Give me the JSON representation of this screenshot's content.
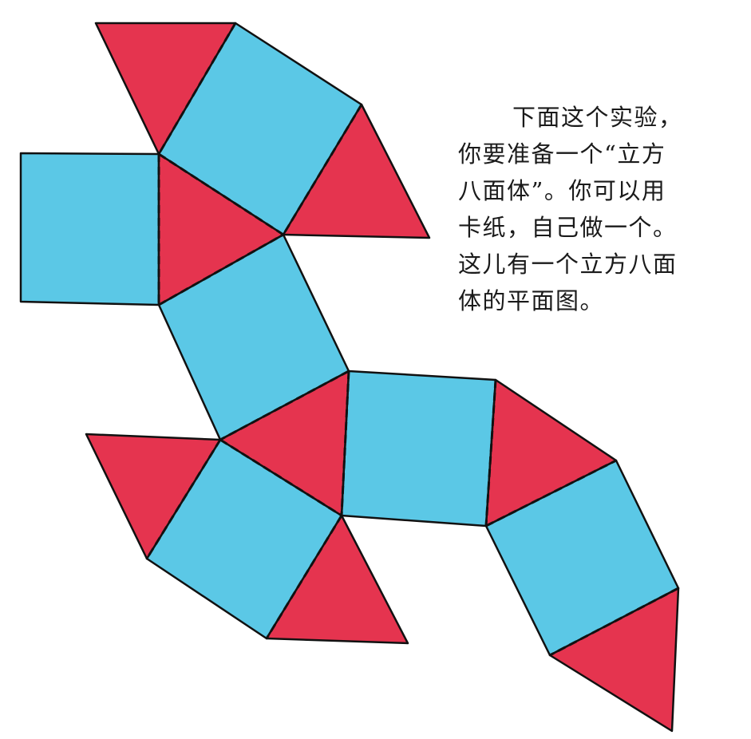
{
  "colors": {
    "square_face": "#5bc8e6",
    "triangle_face": "#e5344f",
    "edge": "#111111",
    "background": "#ffffff"
  },
  "description": {
    "lines": [
      "下面这个实验，",
      "你要准备一个“立方",
      "八面体”。你可以用",
      "卡纸，自己做一个。",
      "这儿有一个立方八面",
      "体的平面图。"
    ]
  }
}
